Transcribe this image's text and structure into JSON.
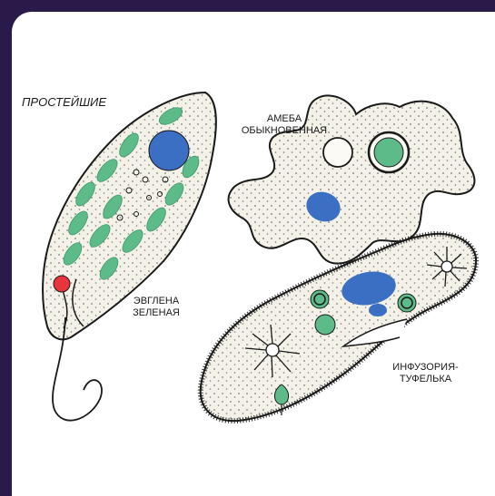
{
  "title": "ПРОСТЕЙШИЕ",
  "labels": {
    "ameba_line1": "АМЕБА",
    "ameba_line2": "ОБЫКНОВЕННАЯ",
    "euglena_line1": "ЭВГЛЕНА",
    "euglena_line2": "ЗЕЛЕНАЯ",
    "infusoria_line1": "ИНФУЗОРИЯ-",
    "infusoria_line2": "ТУФЕЛЬКА"
  },
  "colors": {
    "frame": "#2a1a4a",
    "nucleus_blue": "#3a6fc4",
    "chloroplast_green": "#5dbb8a",
    "eyespot_red": "#e8343c",
    "body_fill": "#f3f1e8",
    "outline": "#1a1a1a"
  }
}
